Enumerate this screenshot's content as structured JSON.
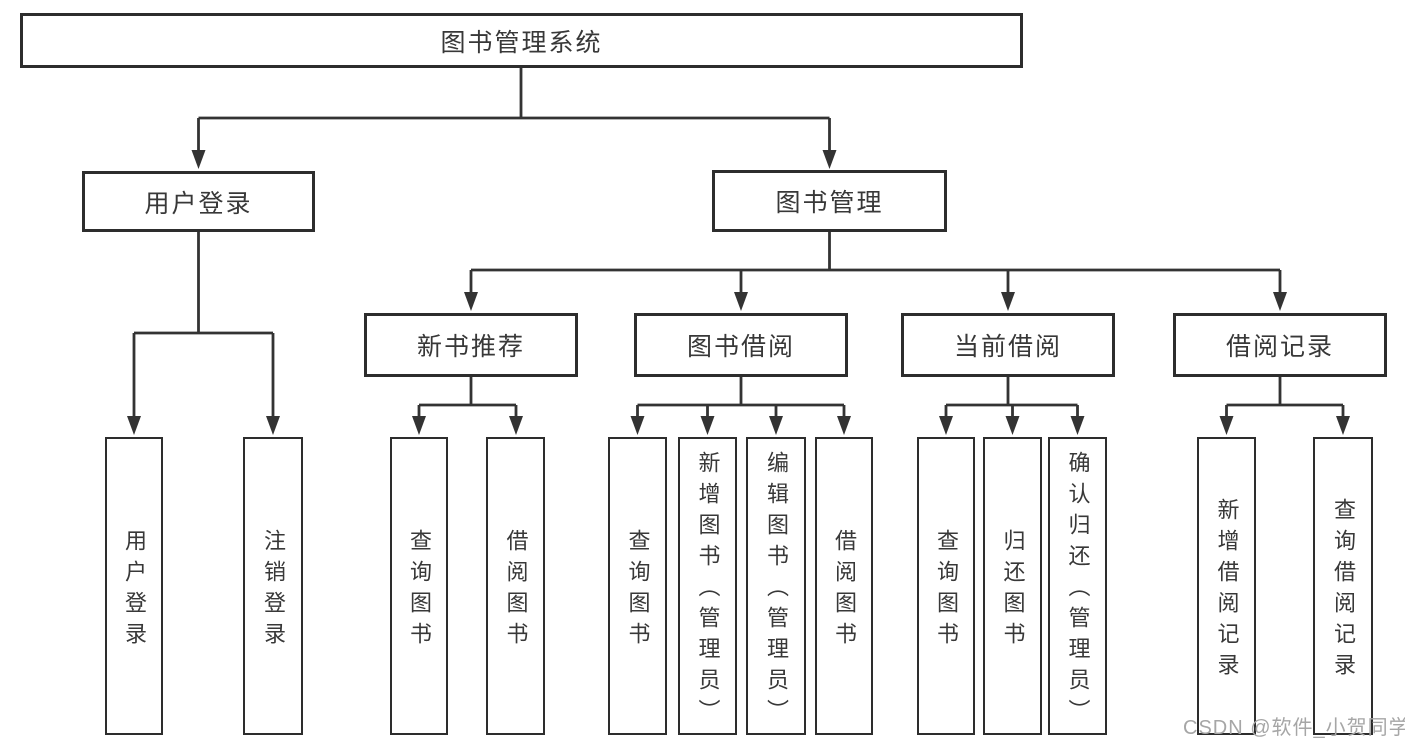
{
  "diagram": {
    "root": {
      "label": "图书管理系统"
    },
    "branches": [
      {
        "label": "用户登录",
        "children": [
          {
            "label": "用户登录"
          },
          {
            "label": "注销登录"
          }
        ]
      },
      {
        "label": "图书管理",
        "children": [
          {
            "label": "新书推荐",
            "children": [
              {
                "label": "查询图书"
              },
              {
                "label": "借阅图书"
              }
            ]
          },
          {
            "label": "图书借阅",
            "children": [
              {
                "label": "查询图书"
              },
              {
                "label": "新增图书（管理员）"
              },
              {
                "label": "编辑图书（管理员）"
              },
              {
                "label": "借阅图书"
              }
            ]
          },
          {
            "label": "当前借阅",
            "children": [
              {
                "label": "查询图书"
              },
              {
                "label": "归还图书"
              },
              {
                "label": "确认归还（管理员）"
              }
            ]
          },
          {
            "label": "借阅记录",
            "children": [
              {
                "label": "新增借阅记录"
              },
              {
                "label": "查询借阅记录"
              }
            ]
          }
        ]
      }
    ]
  },
  "watermark": {
    "text": "CSDN @软件_小贺同学",
    "color": "#a6a6a6"
  },
  "colors": {
    "line": "#333333",
    "box_border": "#2d2d2d",
    "text": "#383838",
    "background": "#ffffff"
  }
}
